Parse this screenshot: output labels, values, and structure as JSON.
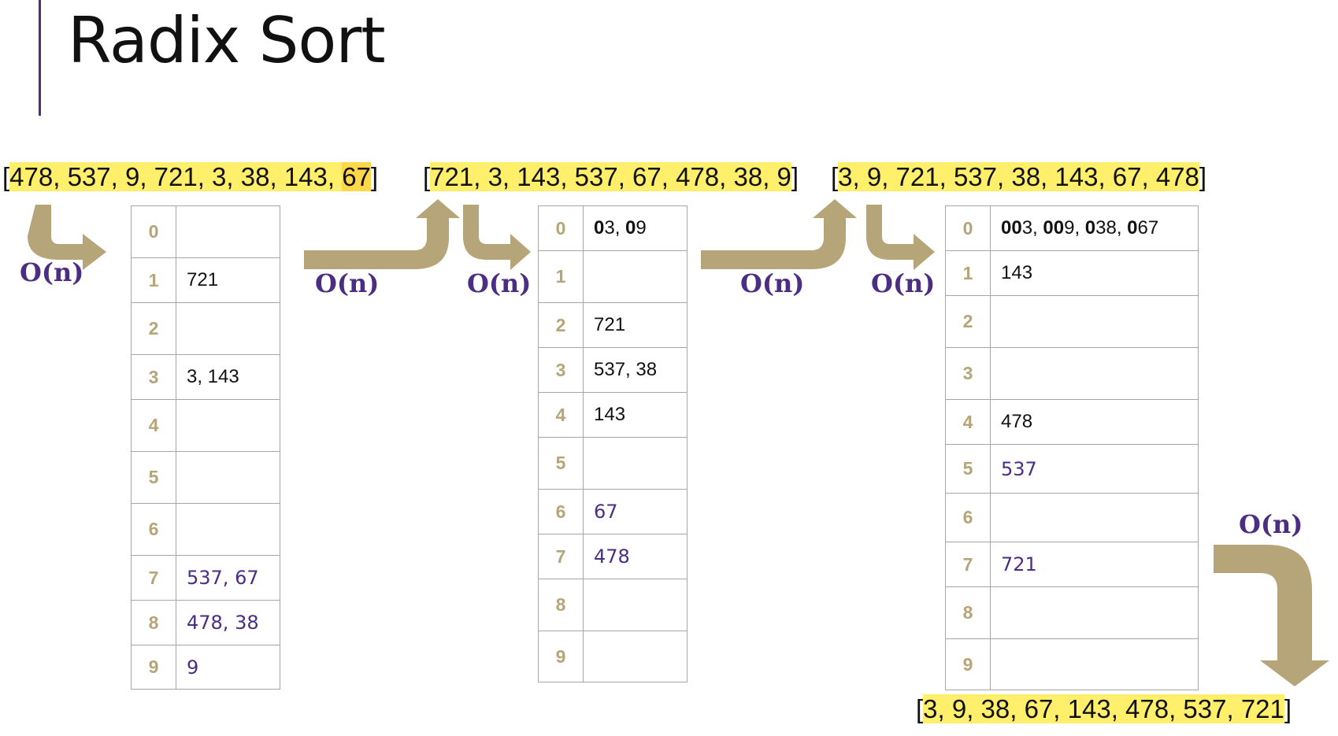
{
  "title": "Radix Sort",
  "complexity_label": "O(n)",
  "arrays": {
    "initial": {
      "open": "[",
      "highlight": "478, 537, 9, 721, 3, 38, 143, ",
      "strong": "67",
      "close": "]"
    },
    "pass1": {
      "open": "[",
      "highlight": "721, 3, 143, 537, 67, 478, 38, 9",
      "close": "]"
    },
    "pass2": {
      "open": "[",
      "highlight": "3, 9, 721, 537, 38, 143, 67, 478",
      "close": "]"
    },
    "final": {
      "open": "[",
      "highlight": "3, 9, 38, 67, 143, 478, 537, 721",
      "close": "]"
    }
  },
  "buckets": [
    {
      "name": "ones-digit",
      "rows": [
        {
          "index": "0",
          "value": ""
        },
        {
          "index": "1",
          "value": "721"
        },
        {
          "index": "2",
          "value": ""
        },
        {
          "index": "3",
          "value": "3, 143"
        },
        {
          "index": "4",
          "value": ""
        },
        {
          "index": "5",
          "value": ""
        },
        {
          "index": "6",
          "value": ""
        },
        {
          "index": "7",
          "value": "537, 67"
        },
        {
          "index": "8",
          "value": "478, 38"
        },
        {
          "index": "9",
          "value": "9"
        }
      ]
    },
    {
      "name": "tens-digit",
      "rows": [
        {
          "index": "0",
          "value": "03, 09"
        },
        {
          "index": "1",
          "value": ""
        },
        {
          "index": "2",
          "value": "721"
        },
        {
          "index": "3",
          "value": "537, 38"
        },
        {
          "index": "4",
          "value": "143"
        },
        {
          "index": "5",
          "value": ""
        },
        {
          "index": "6",
          "value": "67"
        },
        {
          "index": "7",
          "value": "478"
        },
        {
          "index": "8",
          "value": ""
        },
        {
          "index": "9",
          "value": ""
        }
      ]
    },
    {
      "name": "hundreds-digit",
      "rows": [
        {
          "index": "0",
          "value": "003, 009, 038, 067"
        },
        {
          "index": "1",
          "value": "143"
        },
        {
          "index": "2",
          "value": ""
        },
        {
          "index": "3",
          "value": ""
        },
        {
          "index": "4",
          "value": "478"
        },
        {
          "index": "5",
          "value": "537"
        },
        {
          "index": "6",
          "value": ""
        },
        {
          "index": "7",
          "value": "721"
        },
        {
          "index": "8",
          "value": ""
        },
        {
          "index": "9",
          "value": ""
        }
      ]
    }
  ],
  "colors": {
    "accent": "#4b2e83",
    "gold": "#b5a578",
    "highlight": "#ffef6b"
  }
}
